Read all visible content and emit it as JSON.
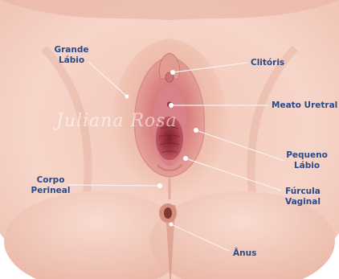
{
  "colors": {
    "skin_light": "#f6d5c9",
    "skin_mid": "#eab7a6",
    "skin_shadow": "#d48f7e",
    "mucosa": "#c4616a",
    "mucosa_dark": "#8e2f3b",
    "label_text": "#2b4a8a",
    "leader_line": "#f2f2f2"
  },
  "labels": {
    "grande_labio": "Grande\nLábio",
    "clitoris": "Clitóris",
    "meato_uretral": "Meato Uretral",
    "pequeno_labio": "Pequeno\nLábio",
    "corpo_perineal": "Corpo\nPerineal",
    "furcula_vaginal": "Fúrcula\nVaginal",
    "anus": "Ânus"
  },
  "watermark": "Juliana Rosa"
}
